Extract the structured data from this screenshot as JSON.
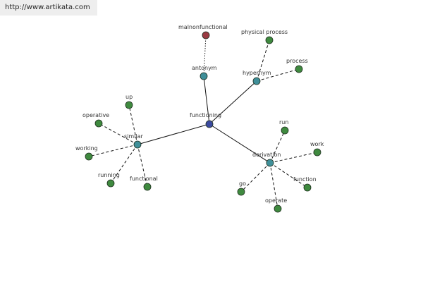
{
  "watermark": {
    "url_text": "http://www.artikata.com"
  },
  "colors": {
    "center": "#3b4aa0",
    "relation": "#3f8f99",
    "leaf": "#3f8a3f",
    "antonym_leaf": "#9a3a42",
    "node_stroke": "#1f2f1f",
    "edge": "#111111"
  },
  "graph": {
    "center": {
      "id": "functioning",
      "label": "functioning"
    },
    "relations": [
      {
        "id": "antonym",
        "label": "antonym",
        "children": [
          {
            "id": "malnonfunctional",
            "label": "malnonfunctional",
            "kind": "antonym"
          }
        ]
      },
      {
        "id": "hypernym",
        "label": "hypernym",
        "children": [
          {
            "id": "physical-process",
            "label": "physical process"
          },
          {
            "id": "process",
            "label": "process"
          }
        ]
      },
      {
        "id": "similar",
        "label": "similar",
        "children": [
          {
            "id": "up",
            "label": "up"
          },
          {
            "id": "operative",
            "label": "operative"
          },
          {
            "id": "working",
            "label": "working"
          },
          {
            "id": "running",
            "label": "running"
          },
          {
            "id": "functional",
            "label": "functional"
          }
        ]
      },
      {
        "id": "derivation",
        "label": "derivation",
        "children": [
          {
            "id": "run",
            "label": "run"
          },
          {
            "id": "work",
            "label": "work"
          },
          {
            "id": "function",
            "label": "function"
          },
          {
            "id": "operate",
            "label": "operate"
          },
          {
            "id": "go",
            "label": "go"
          }
        ]
      }
    ]
  }
}
